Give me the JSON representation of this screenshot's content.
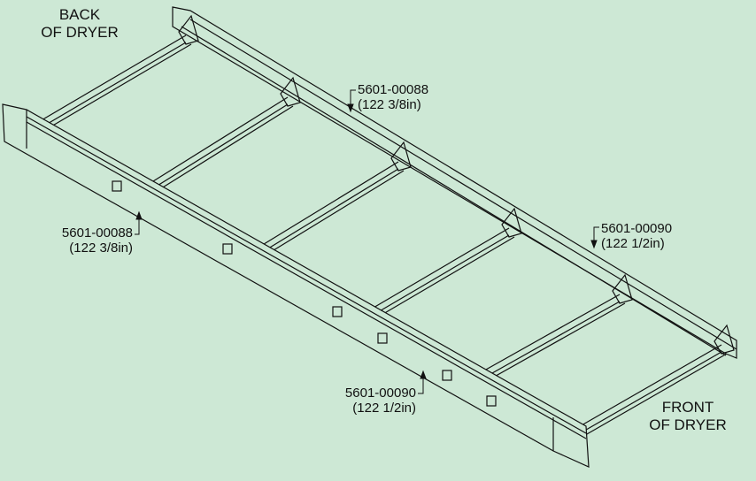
{
  "colors": {
    "background": "#cde8d5",
    "line": "#111111"
  },
  "labels": {
    "back": {
      "line1": "BACK",
      "line2": "OF DRYER"
    },
    "front": {
      "line1": "FRONT",
      "line2": "OF DRYER"
    },
    "back_rail_top": {
      "part": "5601-00088",
      "length": "(122 3/8in)"
    },
    "back_rail_right": {
      "part": "5601-00090",
      "length": "(122 1/2in)"
    },
    "front_rail_left": {
      "part": "5601-00088",
      "length": "(122 3/8in)"
    },
    "front_rail_bottom": {
      "part": "5601-00090",
      "length": "(122 1/2in)"
    }
  }
}
